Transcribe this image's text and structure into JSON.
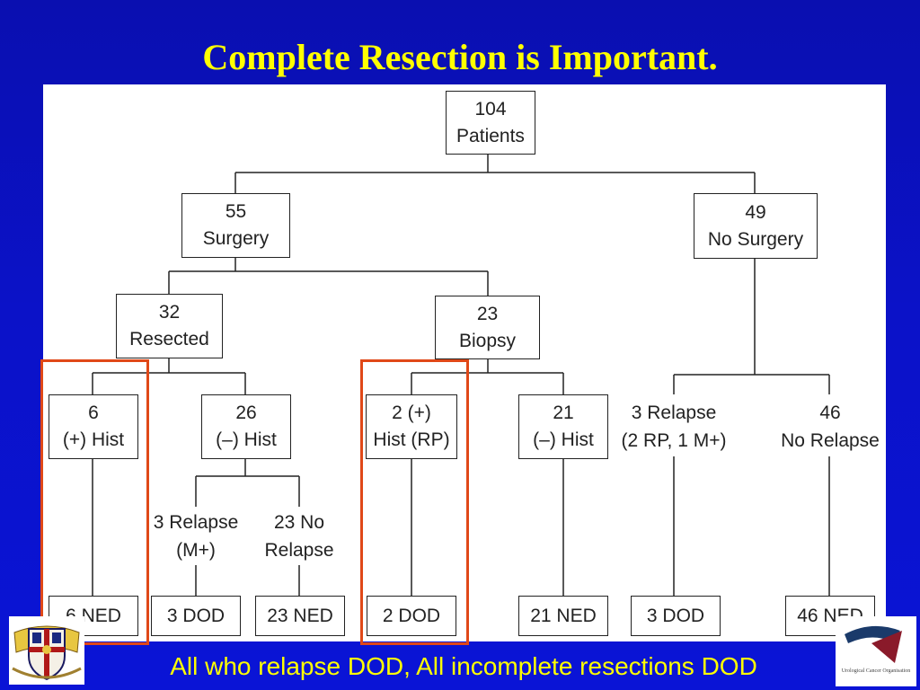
{
  "slide": {
    "title": "Complete Resection is Important.",
    "footer": "All who relapse DOD, All incomplete resections DOD"
  },
  "nodes": {
    "root": {
      "count": "104",
      "label": "Patients"
    },
    "surgery": {
      "count": "55",
      "label": "Surgery"
    },
    "no_surgery": {
      "count": "49",
      "label": "No Surgery"
    },
    "resected": {
      "count": "32",
      "label": "Resected"
    },
    "biopsy": {
      "count": "23",
      "label": "Biopsy"
    },
    "pos_hist": {
      "count": "6",
      "label": "(+) Hist"
    },
    "neg_hist_26": {
      "count": "26",
      "label": "(–) Hist"
    },
    "pos_hist_rp": {
      "count": "2 (+)",
      "label": "Hist (RP)"
    },
    "neg_hist_21": {
      "count": "21",
      "label": "(–) Hist"
    },
    "relapse_3_nosurg": {
      "count": "3 Relapse",
      "label": "(2 RP, 1 M+)"
    },
    "no_relapse_46": {
      "count": "46",
      "label": "No Relapse"
    },
    "relapse_3_mplus": {
      "count": "3 Relapse",
      "label": "(M+)"
    },
    "no_relapse_23": {
      "count": "23 No",
      "label": "Relapse"
    }
  },
  "outcomes": {
    "ned_6": "6 NED",
    "dod_3_a": "3 DOD",
    "ned_23": "23 NED",
    "dod_2": "2 DOD",
    "ned_21": "21 NED",
    "dod_3_b": "3 DOD",
    "ned_46": "46 NED"
  },
  "colors": {
    "background": "#0a12c8",
    "title": "#ffff00",
    "footer": "#ffff00",
    "highlight": "#e04818",
    "line": "#222222"
  },
  "logos": {
    "left": "university-crest",
    "right_caption": "Urological Cancer Organisation"
  }
}
